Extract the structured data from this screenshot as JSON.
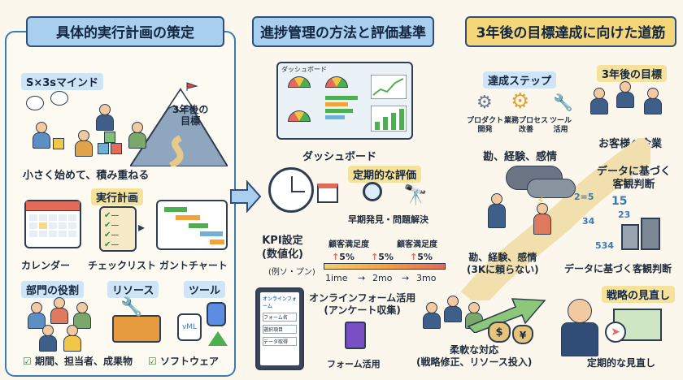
{
  "left": {
    "title": "具体的実行計画の策定",
    "mindset": "S×3sマインド",
    "goal_mountain": "3年後の\n目標",
    "caption": "小さく始めて、積み重ねる",
    "plan_heading": "実行計画",
    "tools": [
      "カレンダー",
      "チェックリスト",
      "ガントチャート"
    ],
    "roles": "部門の役割",
    "resources": "リソース",
    "tool_heading": "ツール",
    "check1": "期間、担当者、成果物",
    "check2": "ソフトウェア"
  },
  "middle": {
    "title": "進捗管理の方法と評価基準",
    "dashboard_tab": "ダッシュボード",
    "dashboard_label": "ダッシュボード",
    "periodic": "定期的な評価",
    "early": "早期発見・問題解決",
    "kpi": "KPI設定\n(数値化)",
    "kpi_example": "(例ソ・プン)",
    "csat1": "顧客満足度",
    "csat2": "顧客満足度",
    "pct1": "5%",
    "pct2": "5%",
    "pct3": "5%",
    "timeline": [
      "1ime",
      "2mo",
      "3mo"
    ],
    "form_heading": "オンラインフォーム活用\n(アンケート収集)",
    "form_screen_title": "オンラインフォーム",
    "form_fields": [
      "フォーム名",
      "選択項目",
      "データ取得"
    ],
    "form_label": "フォーム活用"
  },
  "right": {
    "title": "3年後の目標達成に向けた道筋",
    "steps": "達成ステップ",
    "step_items": [
      "プロダクト\n開発",
      "業務プロセス\n改善",
      "ツール\n活用"
    ],
    "goal3": "3年後の目標",
    "customer": "お客様へ企業",
    "intuition": "勘、経験、感情",
    "data_based": "データに基づく\n客観判断",
    "nums": [
      "2=5",
      "15",
      "23",
      "34",
      "534"
    ],
    "not_3k": "勘、経験、感情\n(3Kに頼らない)",
    "data_based2": "データに基づく客観判断",
    "review": "戦略の見直し",
    "flex": "柔軟な対応\n(戦略修正、リソース投入)",
    "periodic_review": "定期的な見直し",
    "money": [
      "$",
      "¥"
    ]
  },
  "colors": {
    "accent": "#3b79b7",
    "banner_blue": "#a9cfee",
    "banner_gold": "#f5d77a",
    "green": "#4caf50",
    "orange": "#f4a23a"
  }
}
